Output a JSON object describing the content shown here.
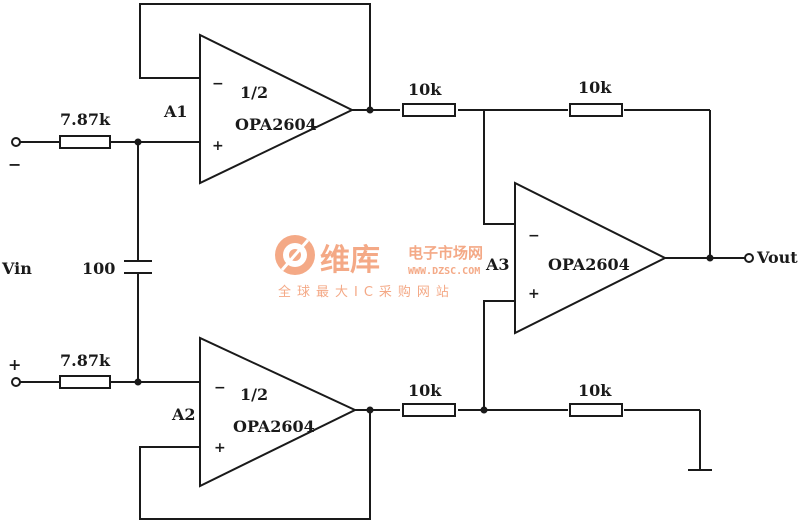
{
  "amplifiers": {
    "a1": {
      "designator": "A1",
      "fraction": "1/2",
      "part": "OPA2604",
      "inv": "−",
      "noninv": "+"
    },
    "a2": {
      "designator": "A2",
      "fraction": "1/2",
      "part": "OPA2604",
      "inv": "−",
      "noninv": "+"
    },
    "a3": {
      "designator": "A3",
      "part": "OPA2604",
      "inv": "−",
      "noninv": "+"
    }
  },
  "resistors": {
    "r_in_top": "7.87k",
    "r_in_bottom": "7.87k",
    "r_a1_out": "10k",
    "r_feedback": "10k",
    "r_a2_out": "10k",
    "r_ground": "10k"
  },
  "capacitor": {
    "value": "100"
  },
  "terminals": {
    "vin": "Vin",
    "vin_minus": "−",
    "vin_plus": "+",
    "vout": "Vout"
  },
  "watermark": {
    "logo_cn": "维库",
    "title_cn": "电子市场网",
    "url": "WWW.DZSC.COM",
    "slogan": "全球最大IC采购网站"
  },
  "colors": {
    "ink": "#1a1a1a",
    "watermark": "#f3a07a"
  }
}
